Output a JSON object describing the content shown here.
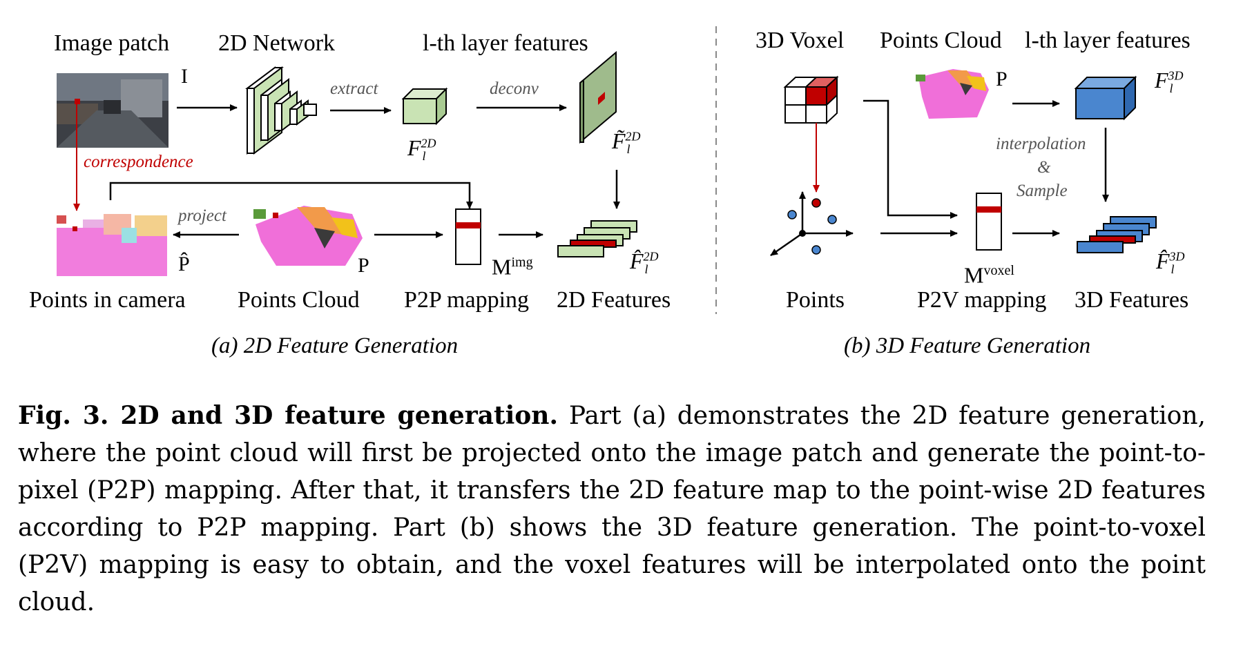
{
  "panel_a": {
    "title_image_patch": "Image patch",
    "title_2d_network": "2D Network",
    "title_lth_features": "l-th layer features",
    "label_I": "I",
    "label_extract": "extract",
    "label_deconv": "deconv",
    "label_F_2d": "F",
    "label_F_2d_sup": "2D",
    "label_F_2d_sub": "l",
    "label_Ftilde": "F̃",
    "label_Ftilde_sup": "2D",
    "label_Ftilde_sub": "l",
    "label_correspondence": "correspondence",
    "label_project": "project",
    "label_Phat": "P̂",
    "label_P": "P",
    "label_M_img": "M",
    "label_M_img_sup": "img",
    "label_Fhat": "F̂",
    "label_Fhat_sup": "2D",
    "label_Fhat_sub": "l",
    "bottom_points_in_camera": "Points in camera",
    "bottom_points_cloud": "Points Cloud",
    "bottom_p2p_mapping": "P2P mapping",
    "bottom_2d_features": "2D Features",
    "caption": "(a) 2D Feature Generation"
  },
  "panel_b": {
    "title_3d_voxel": "3D Voxel",
    "title_points_cloud": "Points Cloud",
    "title_lth_features": "l-th layer features",
    "label_P": "P",
    "label_F_3d": "F",
    "label_F_3d_sup": "3D",
    "label_F_3d_sub": "l",
    "label_interpolation": "interpolation",
    "label_and": "&",
    "label_sample": "Sample",
    "label_M_voxel": "M",
    "label_M_voxel_sup": "voxel",
    "label_Fhat": "F̂",
    "label_Fhat_sup": "3D",
    "label_Fhat_sub": "l",
    "bottom_points": "Points",
    "bottom_p2v_mapping": "P2V mapping",
    "bottom_3d_features": "3D Features",
    "caption": "(b) 3D Feature Generation"
  },
  "caption": {
    "lead": "Fig. 3. 2D and 3D feature generation.",
    "body": " Part (a) demonstrates the 2D feature generation, where the point cloud will first be projected onto the image patch and generate the point-to-pixel (P2P) mapping. After that, it transfers the 2D feature map to the point-wise 2D features according to P2P mapping. Part (b) shows the 3D feature generation. The point-to-voxel (P2V) mapping is easy to obtain, and the voxel features will be interpolated onto the point cloud."
  },
  "colors": {
    "green_fill": "#c9e3b4",
    "blue_fill": "#4a86cf",
    "red_accent": "#c00000",
    "arrow": "#000000",
    "divider": "#888888"
  }
}
